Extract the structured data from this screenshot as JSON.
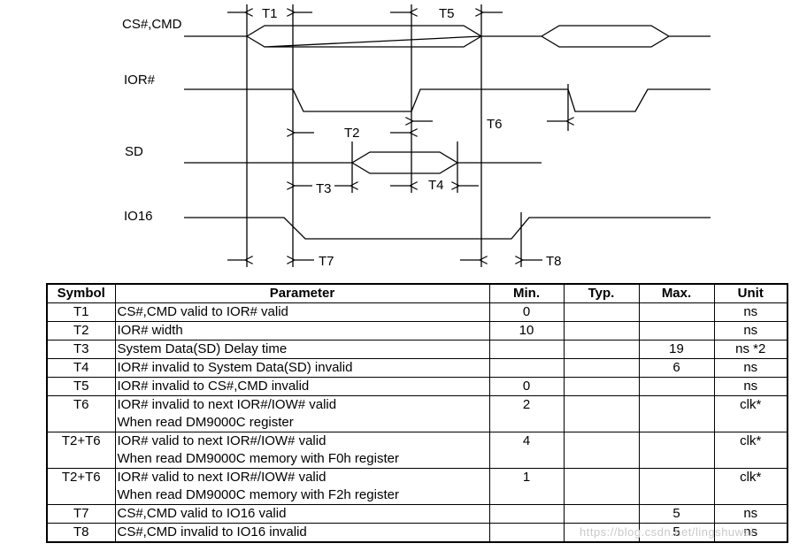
{
  "signals": [
    "CS#,CMD",
    "IOR#",
    "SD",
    "IO16"
  ],
  "timing_labels": [
    "T1",
    "T5",
    "T6",
    "T2",
    "T3",
    "T4",
    "T7",
    "T8"
  ],
  "table": {
    "headers": [
      "Symbol",
      "Parameter",
      "Min.",
      "Typ.",
      "Max.",
      "Unit"
    ],
    "rows": [
      {
        "symbol": "T1",
        "param": [
          "CS#,CMD valid to IOR# valid"
        ],
        "min": "0",
        "typ": "",
        "max": "",
        "unit": "ns"
      },
      {
        "symbol": "T2",
        "param": [
          "IOR# width"
        ],
        "min": "10",
        "typ": "",
        "max": "",
        "unit": "ns"
      },
      {
        "symbol": "T3",
        "param": [
          "System Data(SD) Delay time"
        ],
        "min": "",
        "typ": "",
        "max": "19",
        "unit": "ns *2"
      },
      {
        "symbol": "T4",
        "param": [
          "IOR# invalid to System Data(SD) invalid"
        ],
        "min": "",
        "typ": "",
        "max": "6",
        "unit": "ns"
      },
      {
        "symbol": "T5",
        "param": [
          "IOR# invalid to CS#,CMD invalid"
        ],
        "min": "0",
        "typ": "",
        "max": "",
        "unit": "ns"
      },
      {
        "symbol": "T6",
        "param": [
          "IOR# invalid to next IOR#/IOW# valid",
          "When read DM9000C register"
        ],
        "min": "2",
        "typ": "",
        "max": "",
        "unit": "clk*"
      },
      {
        "symbol": "T2+T6",
        "param": [
          "IOR# valid to next IOR#/IOW# valid",
          "When read DM9000C memory with F0h register"
        ],
        "min": "4",
        "typ": "",
        "max": "",
        "unit": "clk*"
      },
      {
        "symbol": "T2+T6",
        "param": [
          "IOR# valid to next IOR#/IOW# valid",
          "When read DM9000C memory with F2h register"
        ],
        "min": "1",
        "typ": "",
        "max": "",
        "unit": "clk*"
      },
      {
        "symbol": "T7",
        "param": [
          "CS#,CMD valid to IO16 valid"
        ],
        "min": "",
        "typ": "",
        "max": "5",
        "unit": "ns"
      },
      {
        "symbol": "T8",
        "param": [
          "CS#,CMD invalid to IO16 invalid"
        ],
        "min": "",
        "typ": "",
        "max": "5",
        "unit": "ns"
      }
    ]
  },
  "watermark": "https://blog.csdn.net/lingshuwai"
}
